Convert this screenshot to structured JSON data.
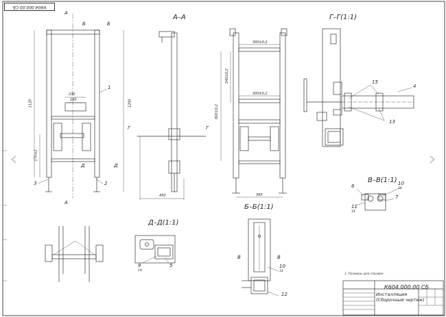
{
  "sheet": {
    "stamp": "К604.000.00 СБ",
    "nav": {
      "prev_icon": "chevron-left-icon",
      "next_icon": "chevron-right-icon",
      "prev_glyph": "‹",
      "next_glyph": "›"
    }
  },
  "views": {
    "section_aa": "А–А",
    "section_gg": "Г–Г(1:1)",
    "section_bb": "Б–Б(1:1)",
    "section_vv": "В–В(1:1)",
    "section_dd": "Д–Д(1:1)"
  },
  "cut_marks": {
    "a_top": "А",
    "a_bottom": "А",
    "b_left": "Б",
    "b_right": "Б",
    "g_left": "Г",
    "g_right": "Г",
    "d_left": "Д",
    "d_right": "Д",
    "v_left": "В",
    "v_right": "В"
  },
  "dimensions": {
    "d230": "230",
    "d180": "180",
    "d1120": "1120",
    "d1200": "1200",
    "d170": "170±2",
    "d450": "450",
    "d395": "395",
    "d300": "300±0,2",
    "d240": "240±0,2",
    "d800": "800±0,2"
  },
  "callouts": {
    "c1": "1",
    "c2": "2",
    "c3": "3",
    "c4": "4",
    "c5": "5",
    "c6": "6",
    "c7": "7",
    "c9": "9",
    "c9sub": "14",
    "c10": "10",
    "c10sub": "14",
    "c11": "11",
    "c11sub": "14",
    "c12": "12",
    "c13": "13",
    "c15": "15"
  },
  "title_block": {
    "code": "К604.000.00 СБ",
    "title_line1": "Инсталляция",
    "title_line2": "(Сборочный чертеж)",
    "note": "1. Размеры для справок"
  }
}
